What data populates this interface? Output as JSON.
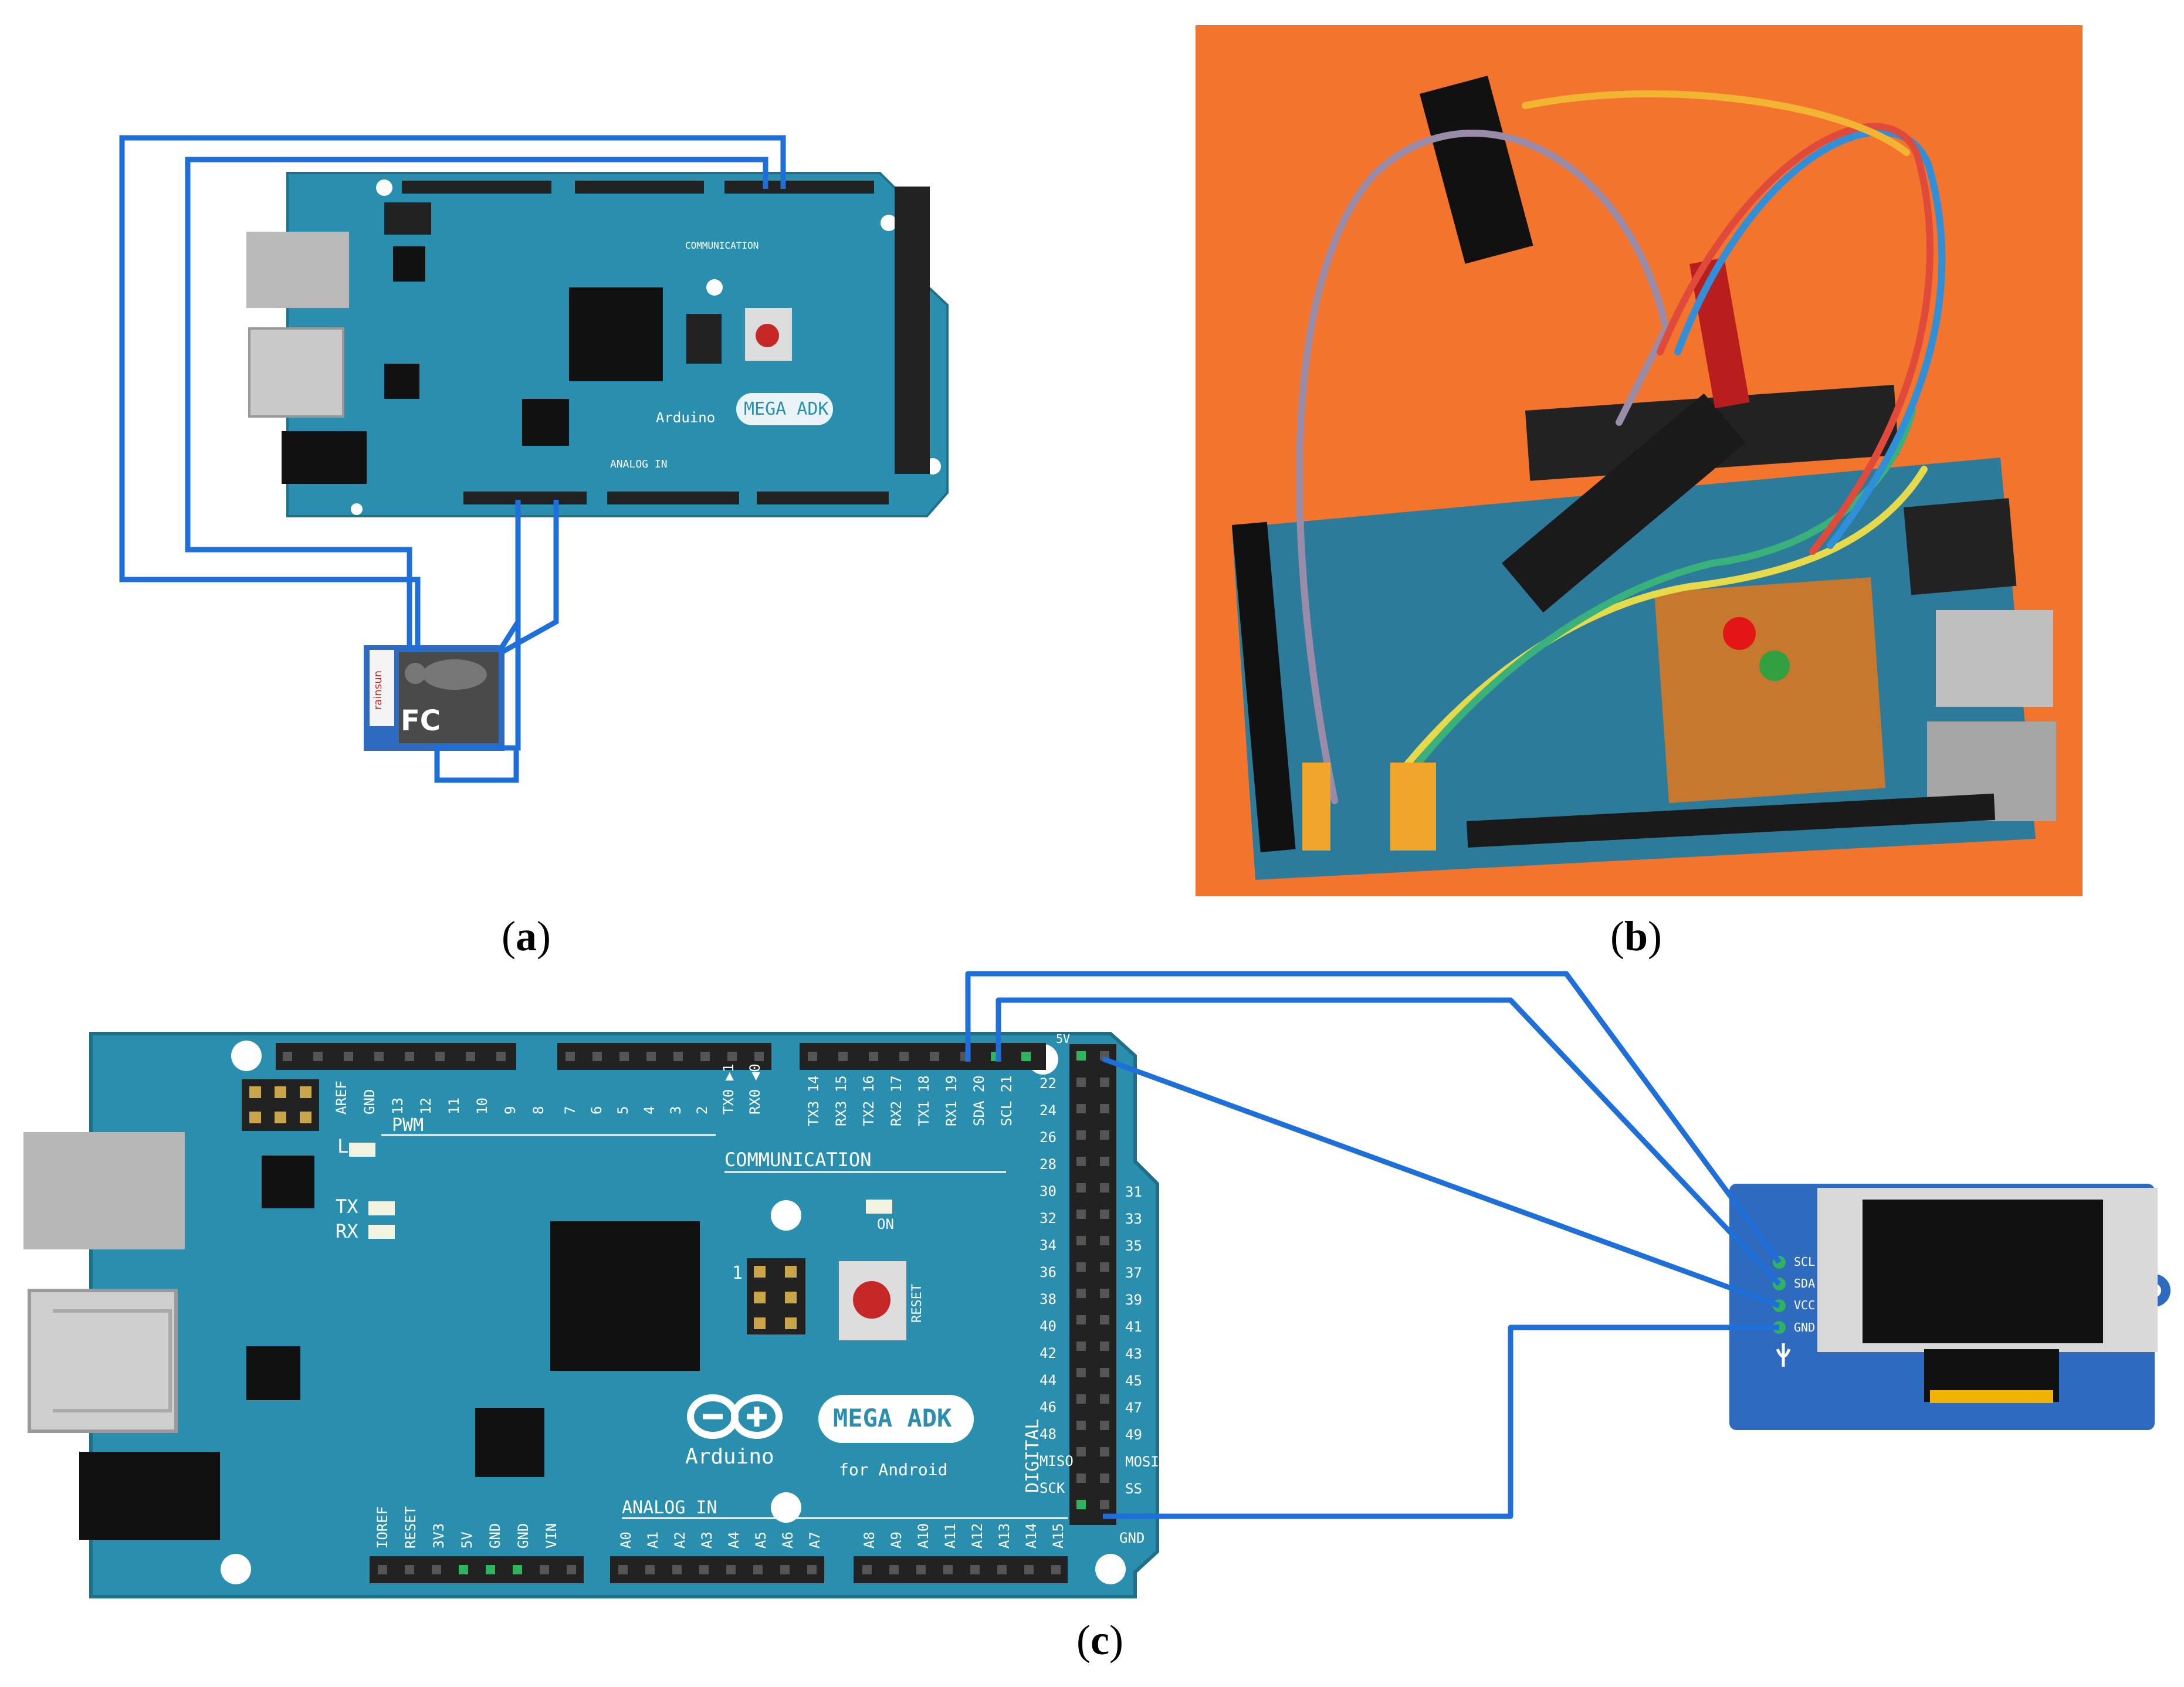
{
  "captions": {
    "a": {
      "open": "(",
      "letter": "a",
      "close": ")"
    },
    "b": {
      "open": "(",
      "letter": "b",
      "close": ")"
    },
    "c": {
      "open": "(",
      "letter": "c",
      "close": ")"
    }
  },
  "board": {
    "brand": "Arduino",
    "model": "MEGA ADK",
    "model_sub": "for Android",
    "pwm": "PWM",
    "communication": "COMMUNICATION",
    "analog_in": "ANALOG IN",
    "digital": "DIGITAL",
    "on": "ON",
    "reset": "RESET",
    "tx": "TX",
    "rx": "RX",
    "l": "L",
    "one": "1",
    "gnd": "GND",
    "fivev": "5V",
    "top_left_pins": [
      "AREF",
      "GND",
      "13",
      "12",
      "11",
      "10",
      "9",
      "8"
    ],
    "top_mid_pins": [
      "7",
      "6",
      "5",
      "4",
      "3",
      "2",
      "TX0 ▶1",
      "RX0 ◀0"
    ],
    "top_comm_pins": [
      "TX3 14",
      "RX3 15",
      "TX2 16",
      "RX2 17",
      "TX1 18",
      "RX1 19",
      "SDA 20",
      "SCL 21"
    ],
    "power_pins": [
      "IOREF",
      "RESET",
      "3V3",
      "5V",
      "GND",
      "GND",
      "VIN"
    ],
    "analog_pins_1": [
      "A0",
      "A1",
      "A2",
      "A3",
      "A4",
      "A5",
      "A6",
      "A7"
    ],
    "analog_pins_2": [
      "A8",
      "A9",
      "A10",
      "A11",
      "A12",
      "A13",
      "A14",
      "A15"
    ],
    "digital_left": [
      "22",
      "24",
      "26",
      "28",
      "30",
      "32",
      "34",
      "36",
      "38",
      "40",
      "42",
      "44",
      "46",
      "48",
      "MISO",
      "SCK"
    ],
    "digital_right": [
      "31",
      "33",
      "35",
      "37",
      "39",
      "41",
      "43",
      "45",
      "47",
      "49",
      "MOSI",
      "SS"
    ]
  },
  "oled": {
    "pins": [
      "SCL",
      "SDA",
      "VCC",
      "GND"
    ]
  },
  "wifi_module": {
    "brand": "rainsun",
    "fcc": "FC"
  },
  "colors": {
    "board": "#2a8fae",
    "board_edge": "#1f6f8a",
    "wire": "#1e6fd9",
    "photo_bg": "#f2742d",
    "oled_board": "#2e6bbf"
  }
}
